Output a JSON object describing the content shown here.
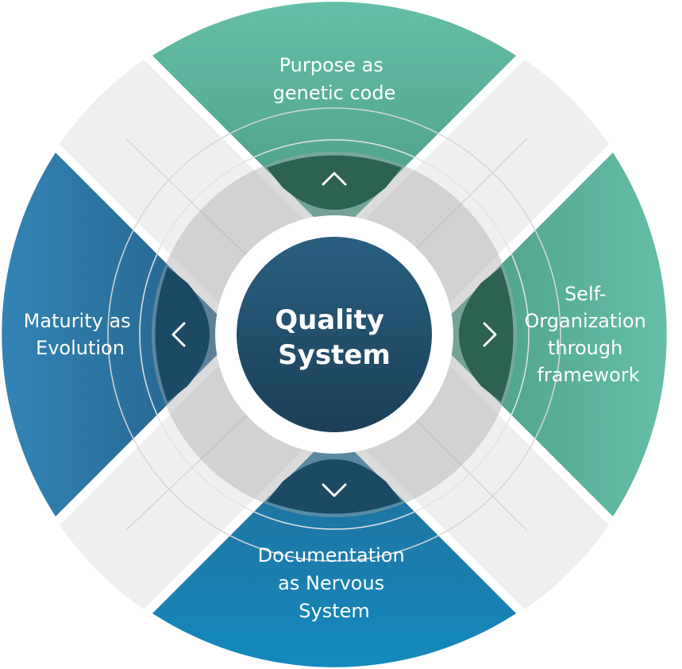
{
  "diagram": {
    "center": {
      "line1": "Quality",
      "line2": "System"
    },
    "segments": {
      "top": {
        "lines": [
          "Purpose as",
          "genetic code"
        ],
        "color_light": "#62bba5",
        "color_dark": "#2d6151"
      },
      "right": {
        "lines": [
          "Self-",
          "Organization",
          "through",
          "framework"
        ],
        "color_light": "#62bba5",
        "color_dark": "#2d6151"
      },
      "bottom": {
        "lines": [
          "Documentation",
          "as Nervous",
          "System"
        ],
        "color_light": "#1684b6",
        "color_dark": "#1c4a65"
      },
      "left": {
        "lines": [
          "Maturity as",
          "Evolution"
        ],
        "color_light": "#2f7fae",
        "color_dark": "#1c4a65"
      }
    },
    "icons": {
      "top": "chevron-up-icon",
      "right": "chevron-right-icon",
      "bottom": "chevron-down-icon",
      "left": "chevron-left-icon"
    },
    "center_color_top": "#2a5f80",
    "center_color_bottom": "#1b3f58"
  }
}
